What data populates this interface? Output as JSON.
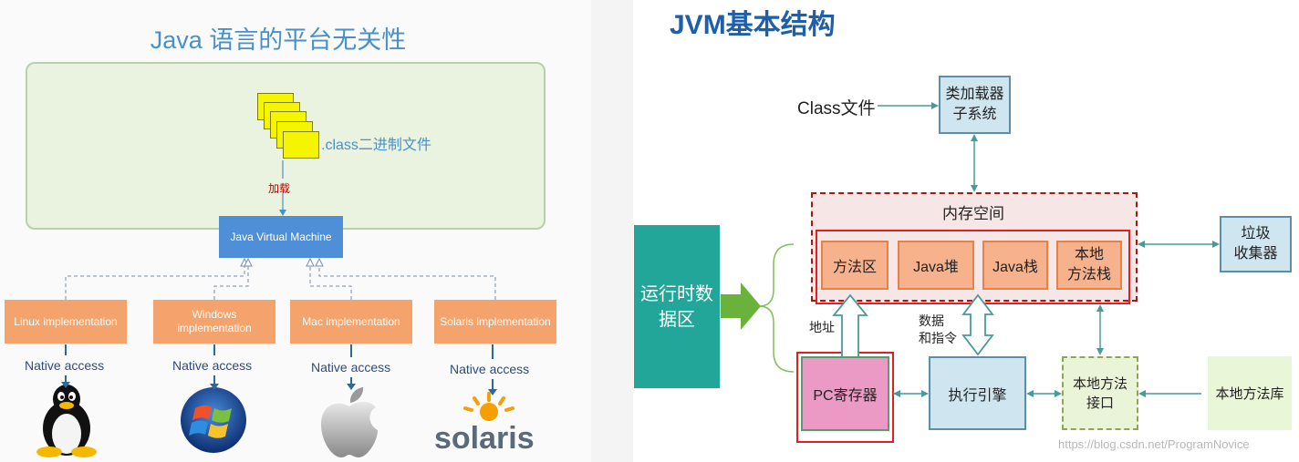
{
  "left": {
    "title": "Java 语言的平台无关性",
    "class_file_label": ".class二进制文件",
    "load_label": "加载",
    "jvm_label": "Java Virtual Machine",
    "implementations": [
      {
        "label": "Linux implementation",
        "native": "Native access",
        "icon": "linux-penguin-icon"
      },
      {
        "label": "Windows implementation",
        "native": "Native access",
        "icon": "windows-logo-icon"
      },
      {
        "label": "Mac implementation",
        "native": "Native access",
        "icon": "apple-logo-icon"
      },
      {
        "label": "Solaris implementation",
        "native": "Native access",
        "icon": "solaris-logo-icon"
      }
    ],
    "solaris_logo_text": "solaris"
  },
  "right": {
    "title": "JVM基本结构",
    "class_file": "Class文件",
    "class_loader": "类加载器\n子系统",
    "memory_space": "内存空间",
    "method_area": "方法区",
    "java_heap": "Java堆",
    "java_stack": "Java栈",
    "native_method_stack": "本地\n方法栈",
    "gc": "垃圾\n收集器",
    "runtime_data_area": "运行时数\n据区",
    "address_label": "地址",
    "data_instr_label": "数据\n和指令",
    "pc_register": "PC寄存器",
    "exec_engine": "执行引擎",
    "native_interface": "本地方法\n接口",
    "native_library": "本地方法库",
    "watermark": "https://blog.csdn.net/ProgramNovice"
  },
  "colors": {
    "title_blue": "#4a90c8",
    "jvm_blue": "#4f8fd8",
    "impl_orange": "#f5a36c",
    "right_title": "#1f5fa8",
    "teal": "#22a69a",
    "highlight_red": "#e02020",
    "memory_dashed": "#a01818"
  }
}
